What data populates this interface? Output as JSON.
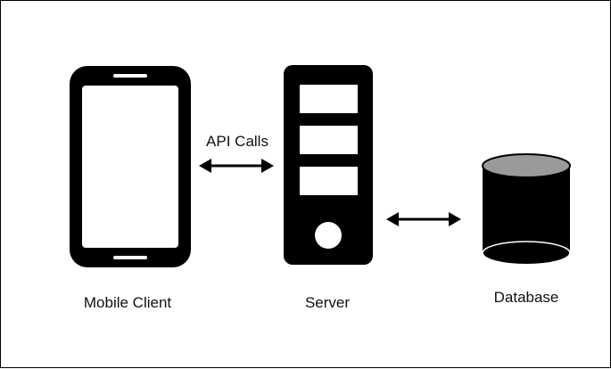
{
  "nodes": {
    "mobile": {
      "label": "Mobile Client",
      "icon": "mobile-phone-icon"
    },
    "server": {
      "label": "Server",
      "icon": "server-tower-icon"
    },
    "database": {
      "label": "Database",
      "icon": "database-cylinder-icon"
    }
  },
  "edges": {
    "mobile_server": {
      "label": "API Calls"
    },
    "server_database": {
      "label": ""
    }
  },
  "colors": {
    "ink": "#000000",
    "background": "#ffffff",
    "database_top": "#9a9a9a"
  }
}
